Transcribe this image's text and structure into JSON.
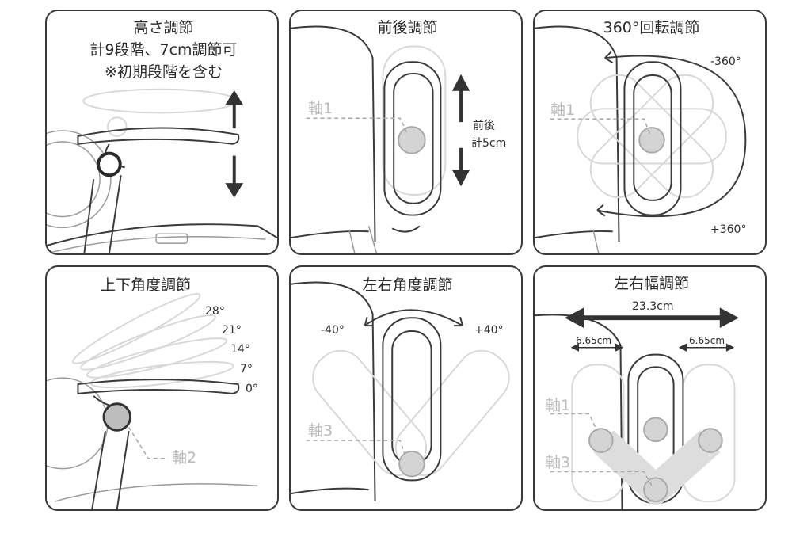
{
  "panels": {
    "height": {
      "title": "高さ調節",
      "line1": "計9段階、7cm調節可",
      "line2": "※初期段階を含む"
    },
    "front_back": {
      "title": "前後調節",
      "axis": "軸1",
      "range_label": "前後",
      "range_value": "計5cm"
    },
    "rotation": {
      "title": "360°回転調節",
      "axis": "軸1",
      "minus": "-360°",
      "plus": "+360°"
    },
    "tilt": {
      "title": "上下角度調節",
      "axis": "軸2",
      "angles": [
        "28°",
        "21°",
        "14°",
        "7°",
        "0°"
      ]
    },
    "left_right_angle": {
      "title": "左右角度調節",
      "axis": "軸3",
      "minus": "-40°",
      "plus": "+40°"
    },
    "width": {
      "title": "左右幅調節",
      "total": "23.3cm",
      "left": "6.65cm",
      "right": "6.65cm",
      "axis_a": "軸1",
      "axis_b": "軸3"
    }
  },
  "colors": {
    "outline": "#3a3a3a",
    "ghost": "#d8d8d8",
    "joint": "#bdbdbd",
    "axis_text": "#b9b9b9"
  }
}
